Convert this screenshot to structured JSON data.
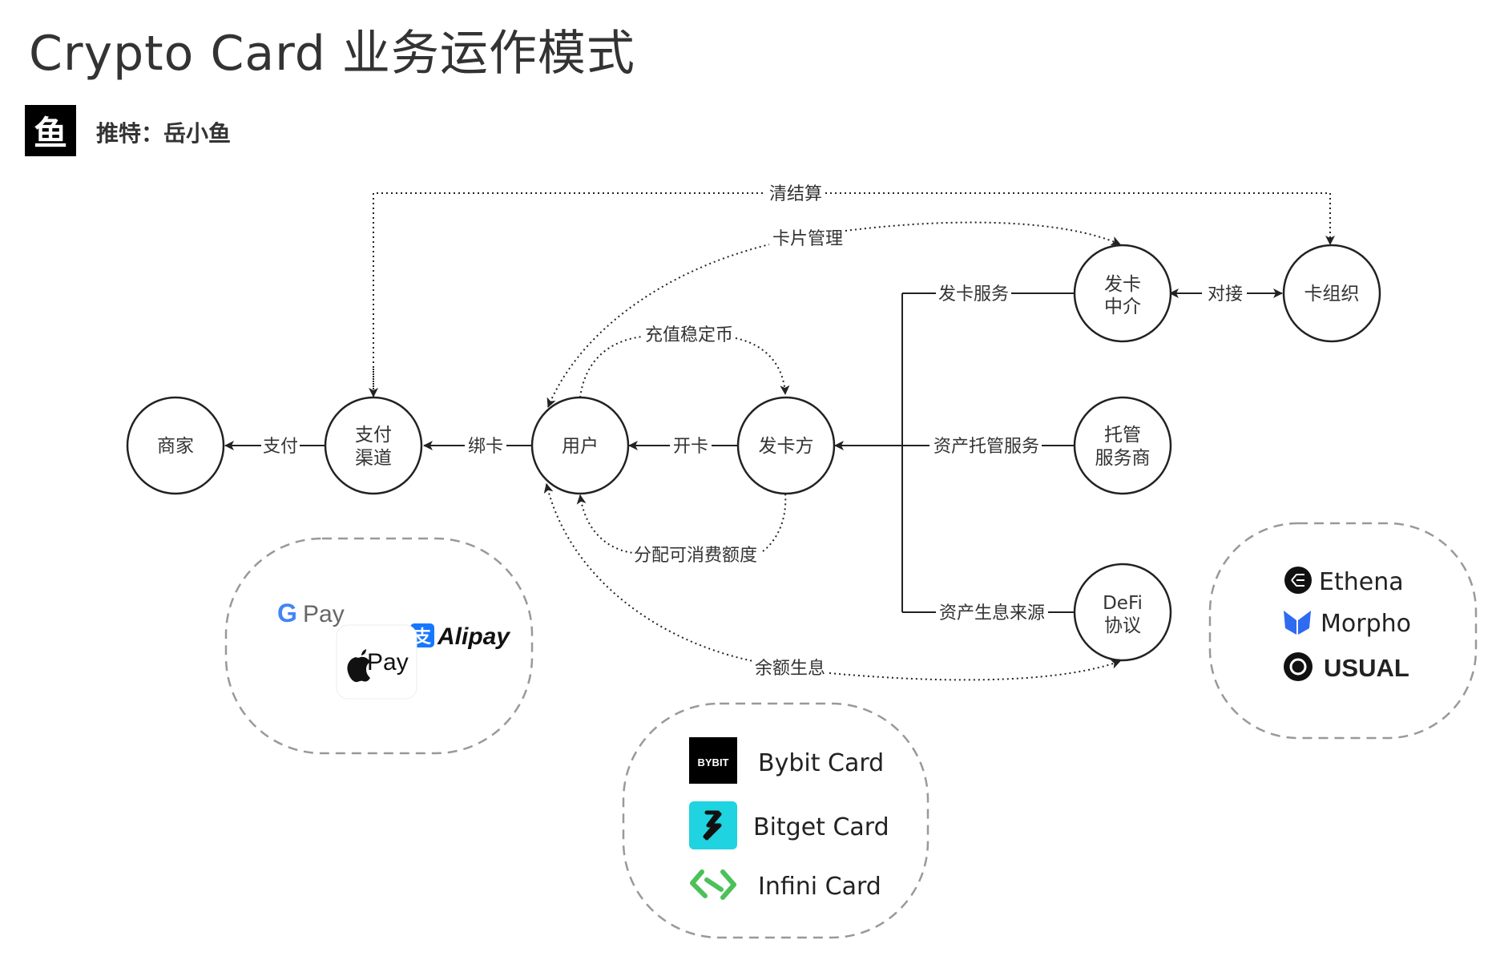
{
  "title": "Crypto Card 业务运作模式",
  "author": {
    "badge": "鱼",
    "label": "推特：岳小鱼"
  },
  "nodes": {
    "merchant": "商家",
    "payment_channel": [
      "支付",
      "渠道"
    ],
    "user": "用户",
    "issuer": "发卡方",
    "issuing_agent": [
      "发卡",
      "中介"
    ],
    "card_org": "卡组织",
    "custodian": [
      "托管",
      "服务商"
    ],
    "defi": [
      "DeFi",
      "协议"
    ]
  },
  "edge_labels": {
    "pay": "支付",
    "bind_card": "绑卡",
    "open_card": "开卡",
    "clearing": "清结算",
    "card_mgmt": "卡片管理",
    "topup": "充值稳定币",
    "allocate": "分配可消费额度",
    "issuing_service": "发卡服务",
    "connect": "对接",
    "custody_service": "资产托管服务",
    "yield_source": "资产生息来源",
    "balance_yield": "余额生息"
  },
  "groups": {
    "payment_brands": {
      "google_pay": "Pay",
      "alipay": "Alipay",
      "apple_pay": "Pay",
      "alipay_icon": "支"
    },
    "card_brands": [
      {
        "name": "Bybit Card",
        "logo_text": "BYBIT"
      },
      {
        "name": "Bitget Card",
        "logo_text": ""
      },
      {
        "name": "Infini Card",
        "logo_text": ""
      }
    ],
    "defi_brands": [
      {
        "name": "Ethena"
      },
      {
        "name": "Morpho"
      },
      {
        "name": "USUAL"
      }
    ]
  },
  "colors": {
    "bitget": "#1fd3e0",
    "infini": "#4cc15a",
    "morpho": "#2f6bf0",
    "google_blue": "#4285f4",
    "google_red": "#ea4335",
    "google_yellow": "#fbbc05",
    "google_green": "#34a853",
    "alipay": "#1677ff"
  }
}
